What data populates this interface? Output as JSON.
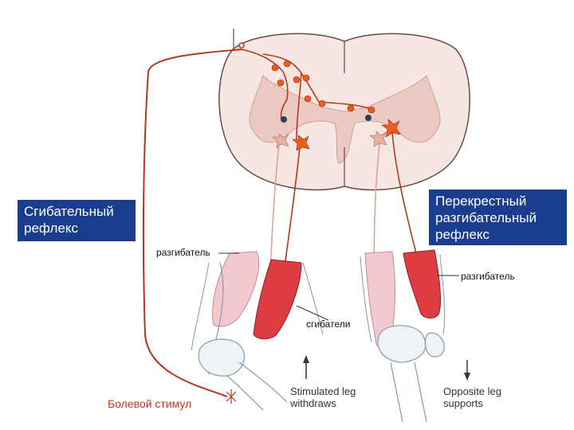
{
  "labels": {
    "flexor_reflex": "Сгибательный рефлекс",
    "crossed_extensor_reflex": "Перекрестный разгибательный рефлекс",
    "extensor_left": "разгибатель",
    "extensor_right": "разгибатель",
    "flexors": "сгибатели",
    "pain_stimulus": "Болевой стимул",
    "stimulated_leg": "Stimulated leg\nwithdraws",
    "opposite_leg": "Opposite leg\nsupports"
  },
  "colors": {
    "box_background": "#1a3d8f",
    "nerve": "#b03a1a",
    "excitatory_neuron": "#f05a1a",
    "inhibitory_neuron": "#2d4250",
    "grey_matter": "#ecc9c2",
    "white_matter": "#f6e7e2",
    "extensor_muscle": "#f2c9cf",
    "flexor_muscle": "#dc3c42",
    "pain_label": "#c0361c"
  }
}
